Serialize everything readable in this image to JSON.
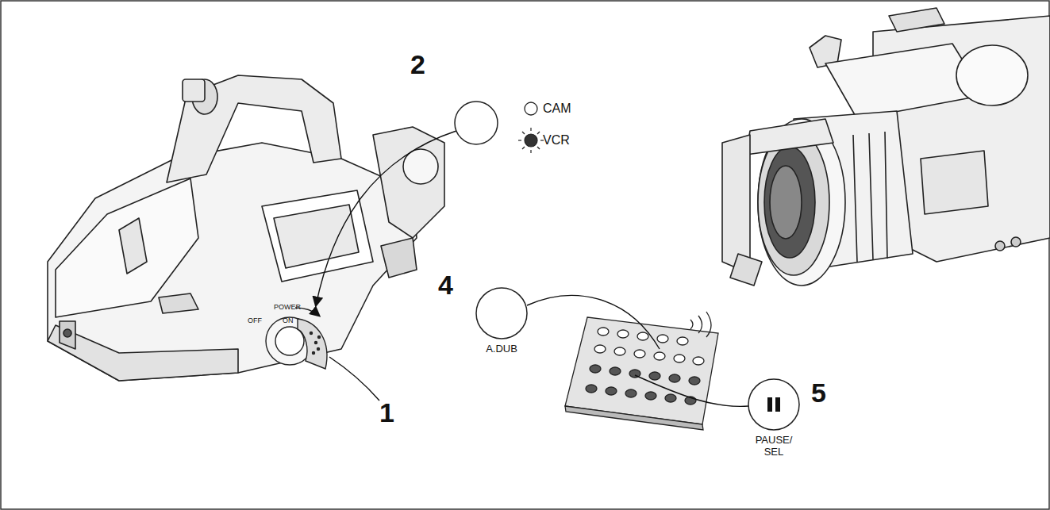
{
  "diagram": {
    "nodes": [
      {
        "text": [
          "A.DUB"
        ]
      },
      {
        "text": [
          "PAUSE/ SEL"
        ]
      }
    ],
    "labels": [
      "2",
      "CAM",
      "VCR",
      "POWER",
      "OFF",
      "ON",
      "1",
      "4",
      "5"
    ]
  }
}
